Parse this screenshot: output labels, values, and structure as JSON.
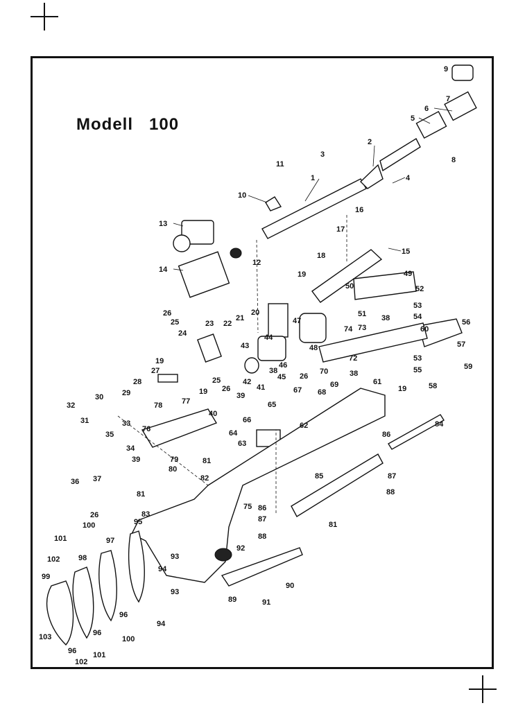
{
  "diagram": {
    "title": "Modell   100",
    "part_numbers": [
      "1",
      "2",
      "3",
      "4",
      "5",
      "6",
      "7",
      "8",
      "9",
      "10",
      "11",
      "12",
      "13",
      "14",
      "15",
      "16",
      "17",
      "18",
      "19",
      "20",
      "21",
      "22",
      "23",
      "24",
      "25",
      "26",
      "27",
      "28",
      "29",
      "30",
      "31",
      "32",
      "33",
      "34",
      "35",
      "36",
      "37",
      "38",
      "39",
      "40",
      "41",
      "42",
      "43",
      "44",
      "45",
      "46",
      "47",
      "48",
      "49",
      "50",
      "51",
      "52",
      "53",
      "54",
      "55",
      "56",
      "57",
      "58",
      "59",
      "60",
      "61",
      "62",
      "63",
      "64",
      "65",
      "66",
      "67",
      "68",
      "69",
      "70",
      "72",
      "73",
      "74",
      "75",
      "76",
      "77",
      "78",
      "79",
      "80",
      "81",
      "82",
      "83",
      "84",
      "85",
      "86",
      "87",
      "88",
      "89",
      "90",
      "91",
      "92",
      "93",
      "94",
      "95",
      "96",
      "97",
      "98",
      "99",
      "100",
      "101",
      "102",
      "103"
    ]
  }
}
